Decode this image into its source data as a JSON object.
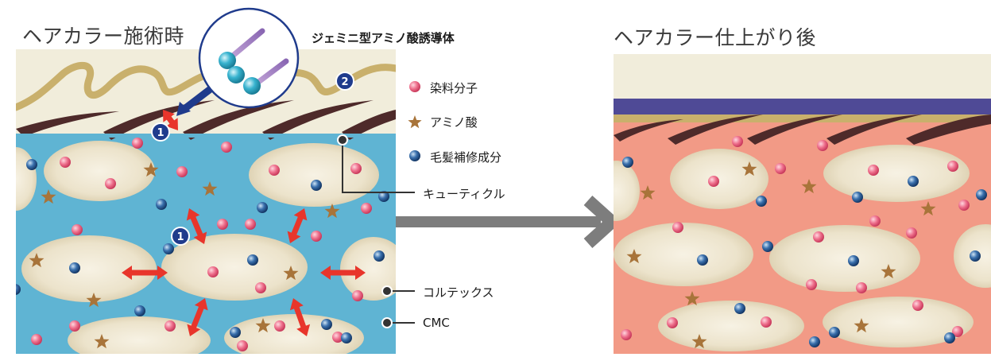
{
  "left_title": "ヘアカラー施術時",
  "right_title": "ヘアカラー仕上がり後",
  "inset_label": "ジェミニ型アミノ酸誘導体",
  "step_markers": [
    "1",
    "2",
    "1"
  ],
  "legend": [
    {
      "label": "染料分子",
      "icon": "pink-dot-icon"
    },
    {
      "label": "アミノ酸",
      "icon": "brown-star-icon"
    },
    {
      "label": "毛髪補修成分",
      "icon": "blue-dot-icon"
    }
  ],
  "callouts": {
    "cuticle": "キューティクル",
    "cortex": "コルテックス",
    "cmc": "CMC"
  },
  "colors": {
    "cmc_blue": "#5fb4d3",
    "cmc_salmon": "#f29a86",
    "cortex": "#efe8d6",
    "cuticle_gold": "#c9b06c",
    "cuticle_dark": "#4e2a2a",
    "coating_purple": "#4f4a96",
    "arrow_red": "#e8352b",
    "arrow_navy": "#1f3b8c",
    "dye_pink": "#ea5a7a",
    "star_brown": "#a8743a",
    "repair_blue": "#1d4a85",
    "big_arrow_gray": "#7d7d7d"
  }
}
